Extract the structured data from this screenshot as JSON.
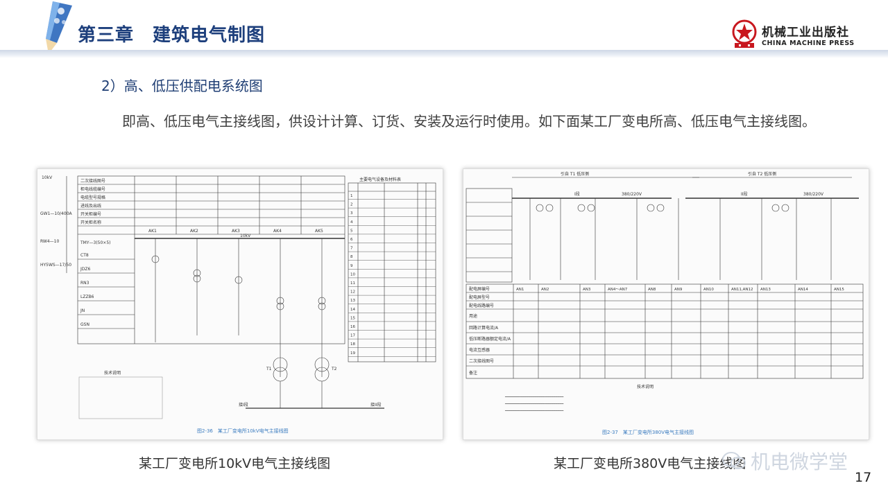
{
  "header": {
    "chapter_title": "第三章　建筑电气制图",
    "publisher_cn": "机械工业出版社",
    "publisher_en": "CHINA MACHINE PRESS"
  },
  "content": {
    "subheading": "2）高、低压供配电系统图",
    "paragraph": "即高、低压电气主接线图，供设计计算、订货、安装及运行时使用。如下面某工厂变电所高、低压电气主接线图。"
  },
  "figures": {
    "left": {
      "caption": "某工厂变电所10kV电气主接线图",
      "inner_caption": "图2-36　某工厂变电所10kV电气主接线图",
      "cabinets": [
        "AK1",
        "AK2",
        "AK3",
        "AK4",
        "AK5"
      ],
      "line_labels": [
        "10kV",
        "GW1—10/400A",
        "RW4—10",
        "HY5WS—17/50"
      ],
      "row_labels": [
        "二次接线图号",
        "柜电线缆编号",
        "电缆型号规格",
        "进线及出线",
        "开关柜编号",
        "开关柜名称",
        "TMY—3(50×5)",
        "CT8",
        "JDZ6",
        "RN3",
        "LZZB6",
        "JN",
        "GSN"
      ],
      "bus_label": "10kV",
      "transformer_labels": [
        "T1",
        "T2"
      ],
      "section_labels": [
        "接I段",
        "接II段"
      ],
      "table_title": "主要电气设备及材料表",
      "table_rows": [
        "1",
        "2",
        "3",
        "4",
        "5",
        "6",
        "7",
        "8",
        "9",
        "10",
        "11",
        "12",
        "13",
        "14",
        "15",
        "16",
        "17",
        "18",
        "19"
      ],
      "notes_title": "技术说明"
    },
    "right": {
      "caption": "某工厂变电所380V电气主接线图",
      "inner_caption": "图2-37　某工厂变电所380V电气主接线图",
      "top_labels": [
        "引自 T1 低压侧",
        "引自 T2 低压侧"
      ],
      "section_labels": [
        "I段",
        "II段",
        "380/220V",
        "380/220V"
      ],
      "cabinets": [
        "AN1",
        "AN2",
        "AN3",
        "AN4～AN7",
        "AN8",
        "AN9",
        "AN10",
        "AN11,AN12",
        "AN13",
        "AN14",
        "AN15"
      ],
      "row_labels": [
        "配电屏编号",
        "配电屏型号",
        "配电线路编号",
        "用途",
        "回路计算电流/A",
        "低压断路器额定电流/A",
        "电流互感器",
        "二次接线图号",
        "备注"
      ],
      "notes_title": "技术说明"
    }
  },
  "watermark": "机电微学堂",
  "page_number": "17",
  "colors": {
    "title": "#1d3f7c",
    "subheading": "#1f3e74",
    "body_text": "#404040",
    "press_red": "#c8171e"
  }
}
